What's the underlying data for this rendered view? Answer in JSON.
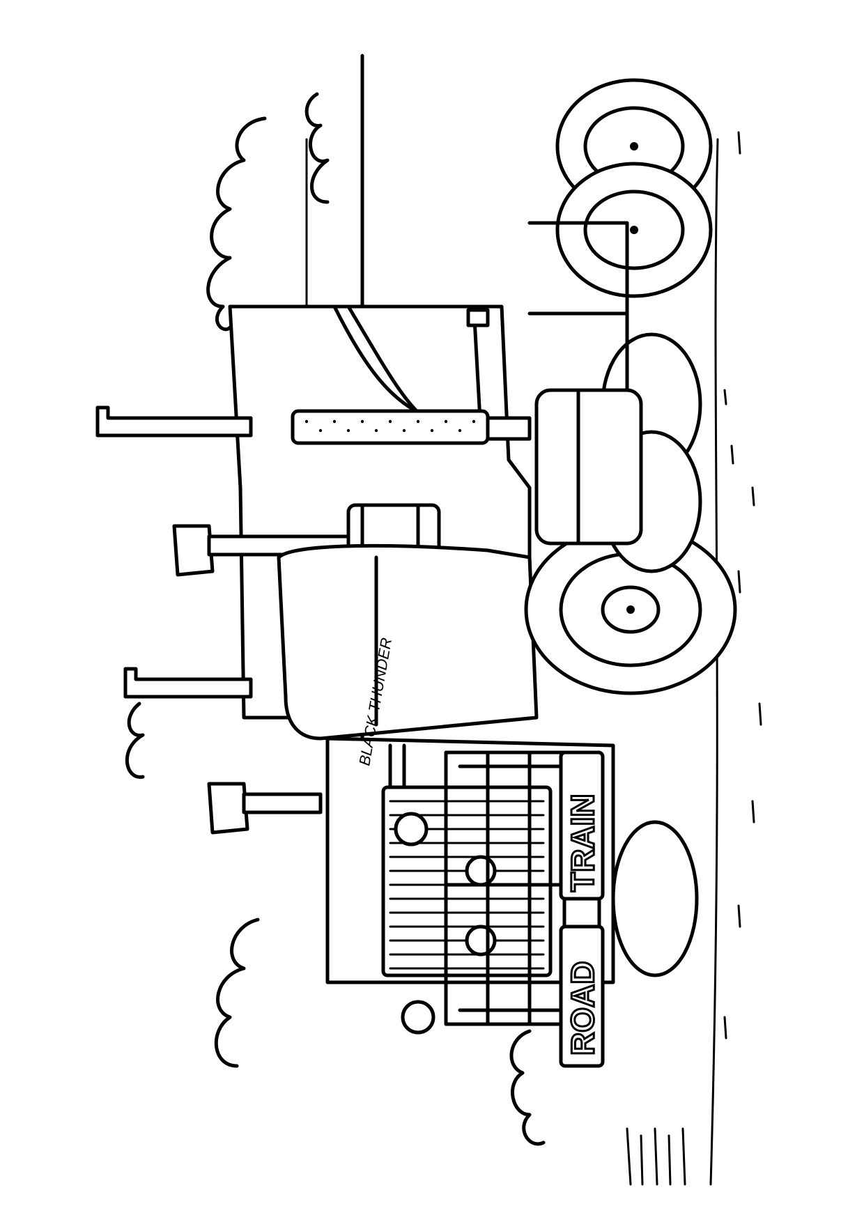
{
  "image": {
    "style": "black-and-white line art coloring page",
    "background_color": "#ffffff",
    "ink_color": "#000000"
  },
  "truck": {
    "plate_word_1": "ROAD",
    "plate_word_2": "TRAIN",
    "side_script": "BLACK THUNDER"
  }
}
